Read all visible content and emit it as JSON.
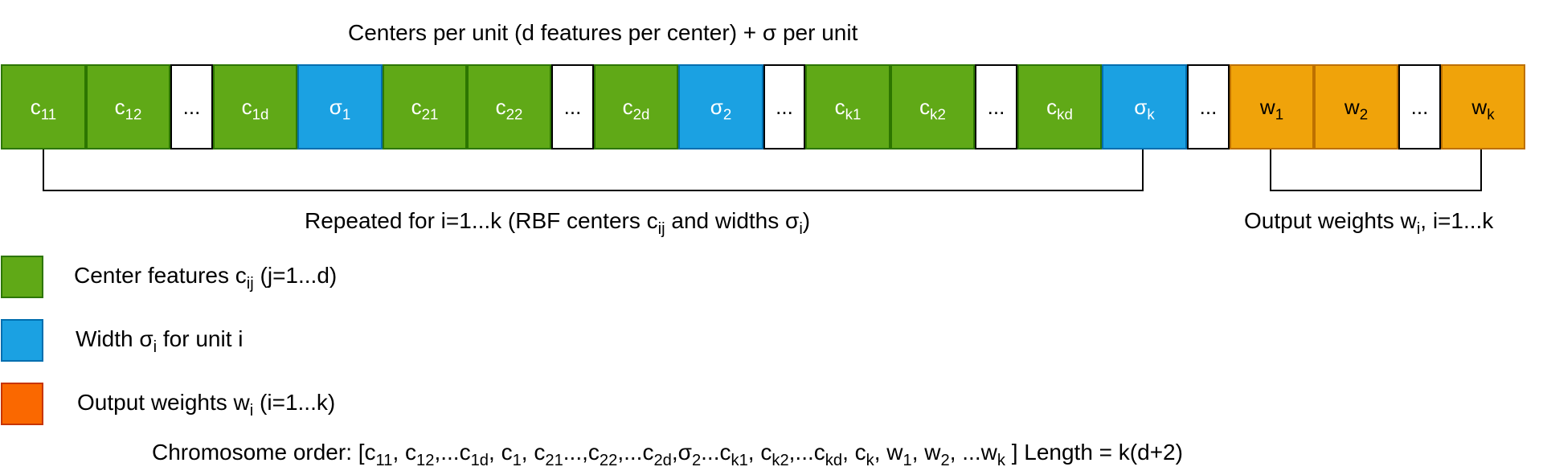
{
  "diagram": {
    "top_caption": "Centers per unit (d features per center) + σ per unit",
    "chromosome": [
      {
        "kind": "center",
        "base": "c",
        "sub": "11"
      },
      {
        "kind": "center",
        "base": "c",
        "sub": "12"
      },
      {
        "kind": "ellipsis",
        "base": "...",
        "sub": ""
      },
      {
        "kind": "center",
        "base": "c",
        "sub": "1d"
      },
      {
        "kind": "width",
        "base": "σ",
        "sub": "1"
      },
      {
        "kind": "center",
        "base": "c",
        "sub": "21"
      },
      {
        "kind": "center",
        "base": "c",
        "sub": "22"
      },
      {
        "kind": "ellipsis",
        "base": "...",
        "sub": ""
      },
      {
        "kind": "center",
        "base": "c",
        "sub": "2d"
      },
      {
        "kind": "width",
        "base": "σ",
        "sub": "2"
      },
      {
        "kind": "ellipsis",
        "base": "...",
        "sub": ""
      },
      {
        "kind": "center",
        "base": "c",
        "sub": "k1"
      },
      {
        "kind": "center",
        "base": "c",
        "sub": "k2"
      },
      {
        "kind": "ellipsis",
        "base": "...",
        "sub": ""
      },
      {
        "kind": "center",
        "base": "c",
        "sub": "kd"
      },
      {
        "kind": "width",
        "base": "σ",
        "sub": "k"
      },
      {
        "kind": "ellipsis",
        "base": "...",
        "sub": ""
      },
      {
        "kind": "weight",
        "base": "w",
        "sub": "1"
      },
      {
        "kind": "weight",
        "base": "w",
        "sub": "2"
      },
      {
        "kind": "ellipsis",
        "base": "...",
        "sub": ""
      },
      {
        "kind": "weight",
        "base": "w",
        "sub": "k"
      }
    ],
    "brace_left_caption": [
      {
        "t": "Repeated for i=1...k  (RBF centers c"
      },
      {
        "t": "ij",
        "sub": true
      },
      {
        "t": " and widths σ"
      },
      {
        "t": "i",
        "sub": true
      },
      {
        "t": ")"
      }
    ],
    "brace_right_caption": [
      {
        "t": "Output weights w"
      },
      {
        "t": "i",
        "sub": true
      },
      {
        "t": ", i=1...k"
      }
    ],
    "legend": [
      {
        "kind": "center",
        "parts": [
          {
            "t": "Center features c"
          },
          {
            "t": "ij",
            "sub": true
          },
          {
            "t": " (j=1...d)"
          }
        ]
      },
      {
        "kind": "width",
        "parts": [
          {
            "t": "Width σ"
          },
          {
            "t": "i",
            "sub": true
          },
          {
            "t": " for unit i"
          }
        ]
      },
      {
        "kind": "weight_legend",
        "parts": [
          {
            "t": "Output weights w"
          },
          {
            "t": "i",
            "sub": true
          },
          {
            "t": " (i=1...k)"
          }
        ]
      }
    ],
    "chromosome_order": [
      {
        "t": "Chromosome order: [c"
      },
      {
        "t": "11",
        "sub": true
      },
      {
        "t": ", c"
      },
      {
        "t": "12",
        "sub": true
      },
      {
        "t": ",...c"
      },
      {
        "t": "1d",
        "sub": true
      },
      {
        "t": ", c"
      },
      {
        "t": "1",
        "sub": true
      },
      {
        "t": ", c"
      },
      {
        "t": "21",
        "sub": true
      },
      {
        "t": "...,c"
      },
      {
        "t": "22",
        "sub": true
      },
      {
        "t": ",...c"
      },
      {
        "t": "2d",
        "sub": true
      },
      {
        "t": ",σ"
      },
      {
        "t": "2",
        "sub": true
      },
      {
        "t": "...c"
      },
      {
        "t": "k1",
        "sub": true
      },
      {
        "t": ", c"
      },
      {
        "t": "k2",
        "sub": true
      },
      {
        "t": ",...c"
      },
      {
        "t": "kd",
        "sub": true
      },
      {
        "t": ", c"
      },
      {
        "t": "k",
        "sub": true
      },
      {
        "t": ", w"
      },
      {
        "t": "1",
        "sub": true
      },
      {
        "t": ", w"
      },
      {
        "t": "2",
        "sub": true
      },
      {
        "t": ",  ...w"
      },
      {
        "t": "k",
        "sub": true
      },
      {
        "t": " ]   Length = k(d+2)"
      }
    ]
  },
  "colors": {
    "center": {
      "fill": "#60a917",
      "stroke": "#2d7600",
      "text": "#ffffff"
    },
    "width": {
      "fill": "#1ba1e2",
      "stroke": "#006eaf",
      "text": "#ffffff"
    },
    "weight": {
      "fill": "#f0a30a",
      "stroke": "#bd7000",
      "text": "#000000"
    },
    "ellipsis": {
      "fill": "#ffffff",
      "stroke": "#000000",
      "text": "#000000"
    },
    "weight_legend": {
      "fill": "#fa6800",
      "stroke": "#c73500",
      "text": "#000000"
    },
    "connector": "#000000"
  }
}
